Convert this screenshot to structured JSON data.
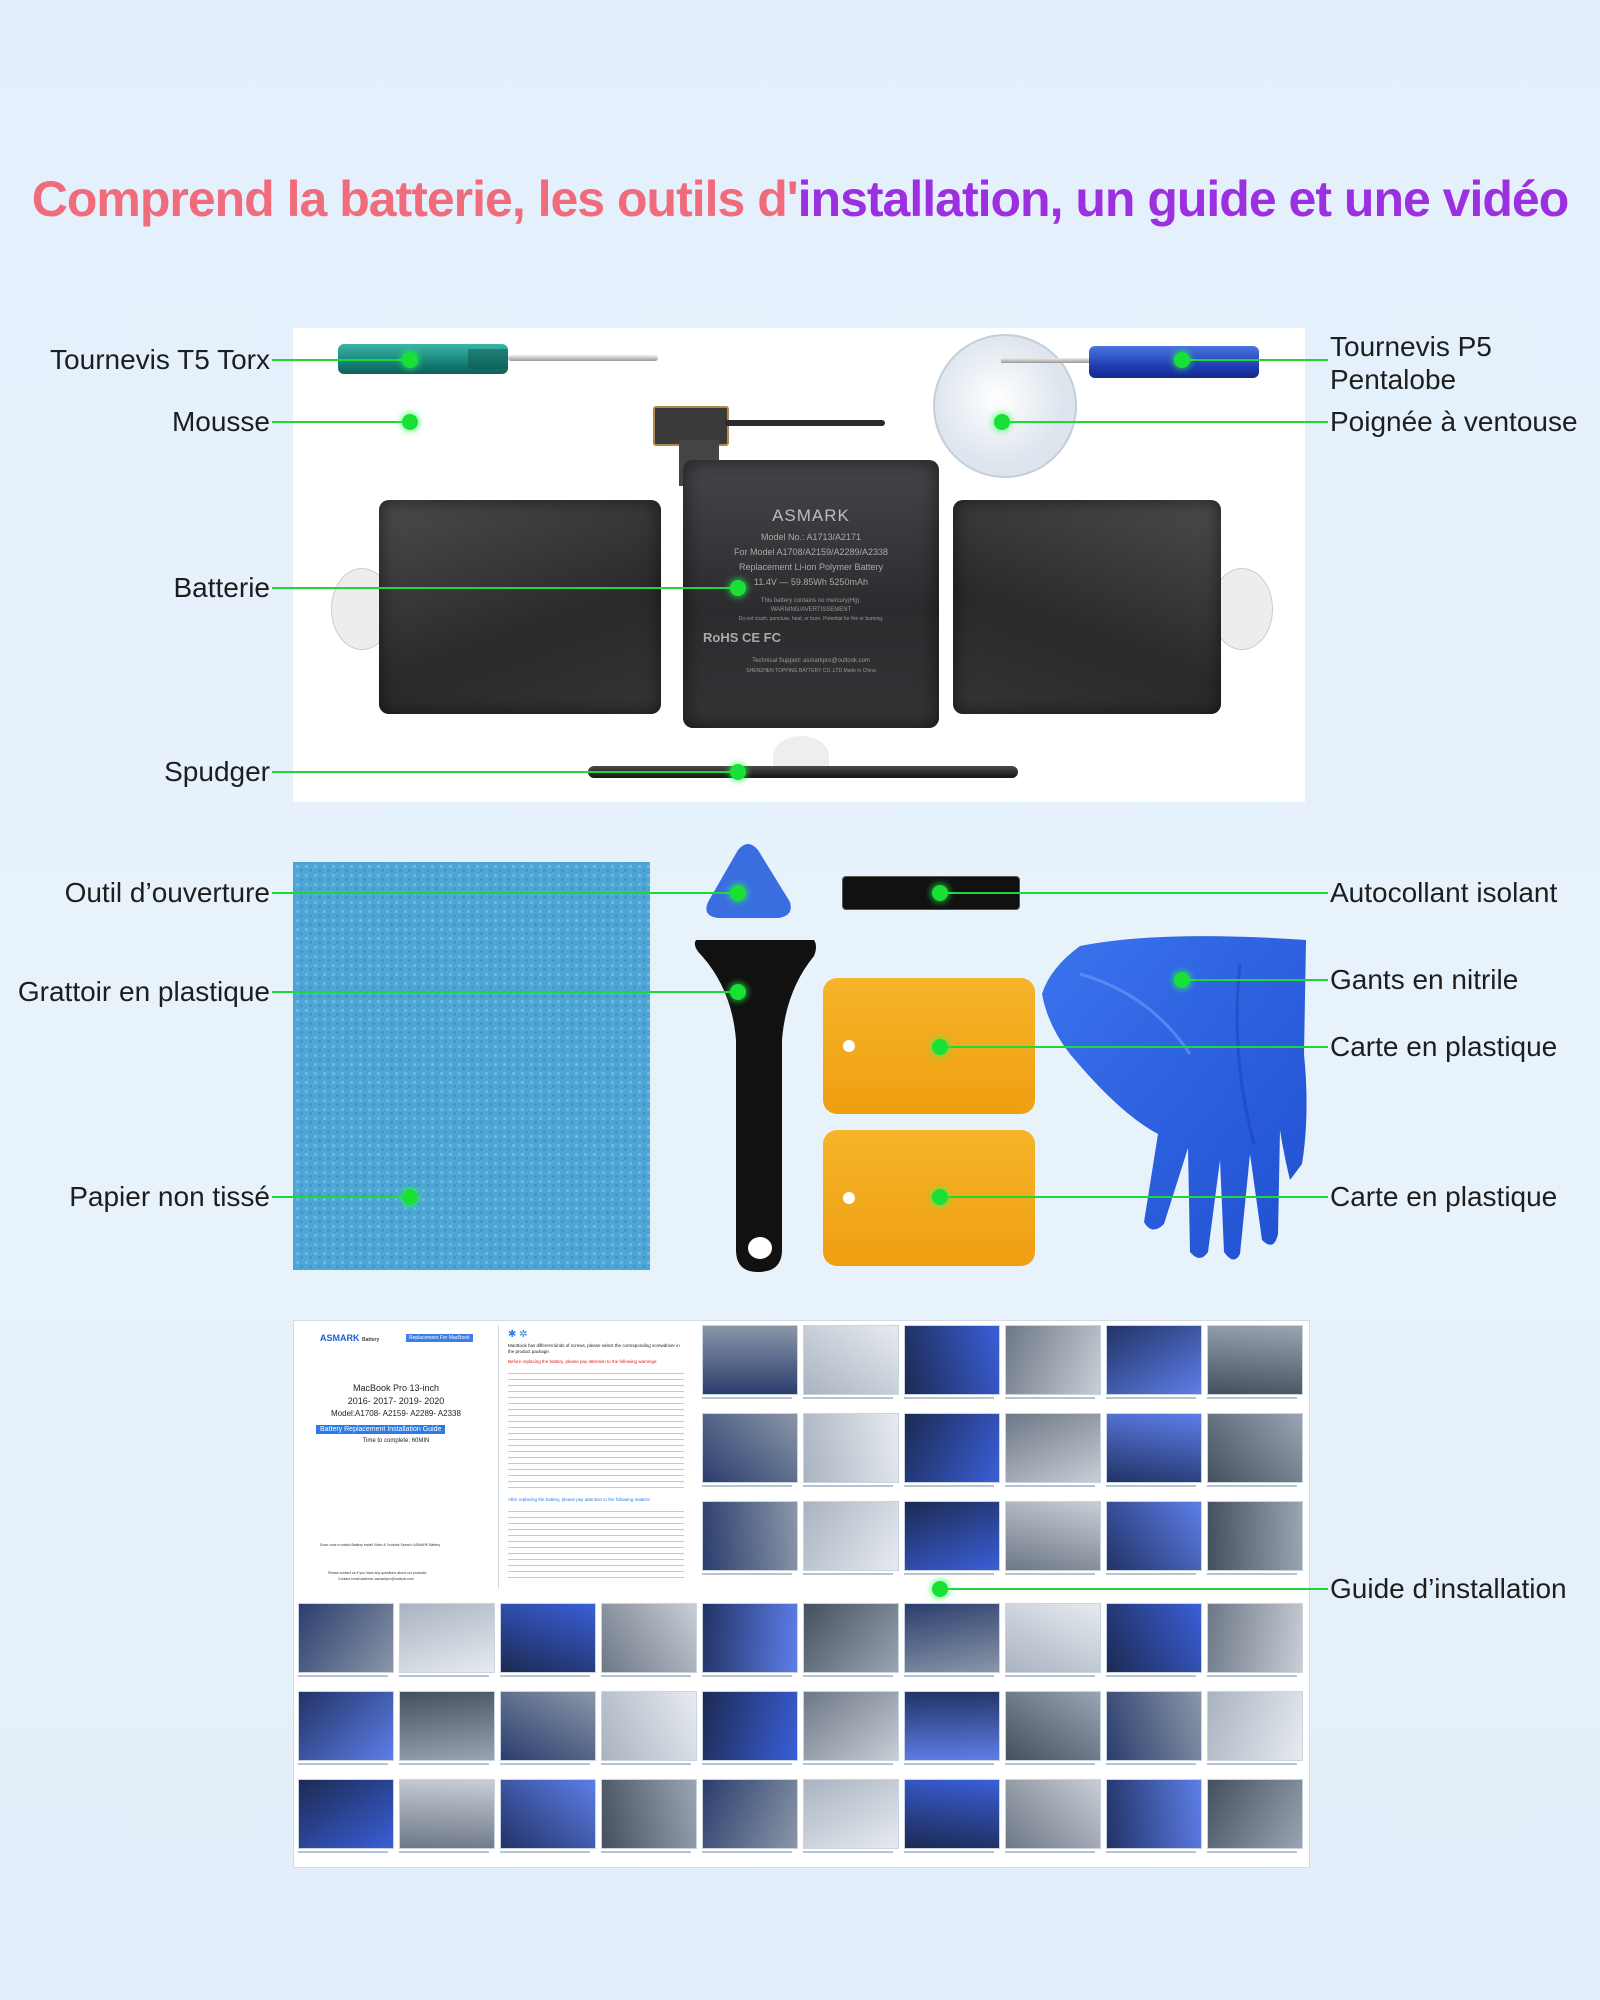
{
  "header": {
    "title_part1": "Comprend la batterie, les outils d'",
    "title_part2": "installation, un guide et une vidéo"
  },
  "labels": {
    "t5": "Tournevis T5 Torx",
    "mousse": "Mousse",
    "batterie": "Batterie",
    "spudger": "Spudger",
    "p5": "Tournevis P5\nPentalobe",
    "ventouse": "Poignée à ventouse",
    "outil": "Outil d’ouverture",
    "grattoir": "Grattoir en plastique",
    "papier": "Papier non tissé",
    "autocollant": "Autocollant isolant",
    "gants": "Gants en nitrile",
    "carte1": "Carte en plastique",
    "carte2": "Carte en plastique",
    "guide": "Guide d’installation"
  },
  "battery": {
    "brand": "ASMARK",
    "model": "Model No.: A1713/A2171",
    "for_model": "For Model A1708/A2159/A2289/A2338",
    "type": "Replacement Li-ion Polymer Battery",
    "rating": "11.4V — 59.85Wh  5250mAh",
    "warning1": "This battery contains no mercury(Hg).",
    "warning2": "WARNING/AVERTISSEMENT",
    "warning3": "Do not crush, puncture, heat, or burn. Potential for fire or burning.",
    "marks": "RoHS CE FC",
    "support": "Technical Support: asmarkpro@outlook.com",
    "maker": "SHENZHEN TOPPING BATTERY CO.,LTD  Made in China"
  },
  "guide": {
    "brand": "ASMARK",
    "brand_sub": "Battery",
    "badge": "Replacement For MacBook",
    "model_line1": "MacBook Pro 13-inch",
    "model_line2": "2016- 2017- 2019- 2020",
    "model_line3": "Model:A1708- A2159- A2289- A2338",
    "guide_title": "Battery Replacement Installation Guide",
    "time": "Time to complete: 60MIN",
    "scan": "Scan code to watch Battery Install Video & Youtube Search: ASMARK Battery",
    "contact": "Please contact us if you have any questions about our products.",
    "email": "Contact email address: asmarkpro@outlook.com",
    "notes_heading": "MacBook has different kinds of screws, please select the corresponding screwdriver in the product package.",
    "notes_warning": "Before replacing the battery, please pay attention to the following warnings:",
    "after_heading": "After replacing the battery, please pay attention to the following matters:"
  },
  "colors": {
    "accent_green": "#18e035",
    "title_pink": "#f06b7c",
    "title_purple": "#9c2fe0",
    "scraper": "#111111",
    "card": "#f2a817",
    "glove": "#2f64e8",
    "paper": "#4ea6d6"
  }
}
